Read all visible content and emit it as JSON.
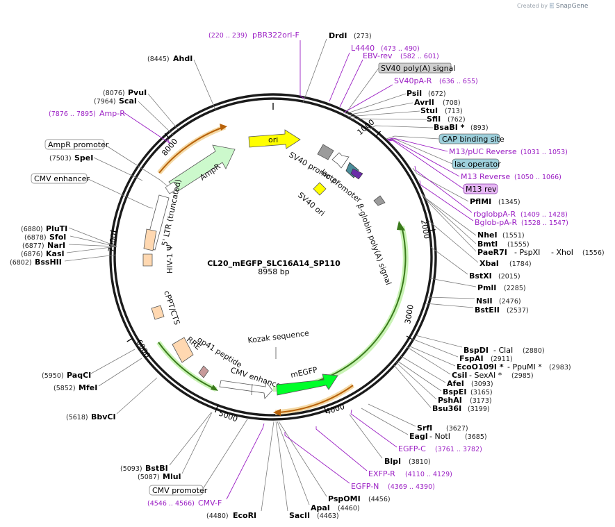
{
  "branding": {
    "created_by": "Created by",
    "app": "SnapGene"
  },
  "plasmid": {
    "name": "CL20_mEGFP_SLC16A14_SP110",
    "length": "8958 bp"
  },
  "ruler": [
    "1000",
    "2000",
    "3000",
    "4000",
    "5000",
    "6000",
    "7000",
    "8000"
  ],
  "features": {
    "ori": "ori",
    "ampr": "AmpR",
    "sv40_promoter": "SV40 promoter",
    "lac_promoter": "lac promoter",
    "sv40_ori": "SV40 ori",
    "bglob": "β-globin poly(A) signal",
    "ltr": "5' LTR (truncated)",
    "psi": "HIV-1 Ψ",
    "cppt": "cPPT/CTS",
    "rre": "RRE",
    "gp41": "gp41 peptide",
    "cmv_enh": "CMV enhancer",
    "kozak": "Kozak sequence",
    "megfp": "mEGFP"
  },
  "labels_right": [
    {
      "name": "DrdI",
      "pos": "(273)"
    },
    {
      "name": "PsiI",
      "pos": "(672)"
    },
    {
      "name": "AvrII",
      "pos": "(708)"
    },
    {
      "name": "StuI",
      "pos": "(713)"
    },
    {
      "name": "SfiI",
      "pos": "(762)"
    },
    {
      "name": "BsaBI *",
      "pos": "(893)"
    },
    {
      "name": "PflMI",
      "pos": "(1345)"
    },
    {
      "name": "NheI",
      "pos": "(1551)"
    },
    {
      "name": "BmtI",
      "pos": "(1555)"
    },
    {
      "name": "PaeR7I",
      "sep": "- PspXI",
      "sep2": "- XhoI",
      "pos": "(1556)"
    },
    {
      "name": "XbaI",
      "pos": "(1784)"
    },
    {
      "name": "BstXI",
      "pos": "(2015)"
    },
    {
      "name": "PmlI",
      "pos": "(2285)"
    },
    {
      "name": "NsiI",
      "pos": "(2476)"
    },
    {
      "name": "BstEII",
      "pos": "(2537)"
    },
    {
      "name": "BspDI",
      "sep": "- ClaI",
      "pos": "(2880)"
    },
    {
      "name": "FspAI",
      "pos": "(2911)"
    },
    {
      "name": "EcoO109I *",
      "sep": "- PpuMI *",
      "pos": "(2983)"
    },
    {
      "name": "CsiI",
      "sep": "- SexAI *",
      "pos": "(2985)"
    },
    {
      "name": "AfeI",
      "pos": "(3093)"
    },
    {
      "name": "BspEI",
      "pos": "(3165)"
    },
    {
      "name": "PshAI",
      "pos": "(3173)"
    },
    {
      "name": "Bsu36I",
      "pos": "(3199)"
    },
    {
      "name": "SrfI",
      "pos": "(3627)"
    },
    {
      "name": "EagI",
      "sep": "- NotI",
      "pos": "(3685)"
    },
    {
      "name": "BlpI",
      "pos": "(3810)"
    },
    {
      "name": "PspOMI",
      "pos": "(4456)"
    },
    {
      "name": "ApaI",
      "pos": "(4460)"
    },
    {
      "name": "SacII",
      "pos": "(4463)"
    },
    {
      "name": "EcoRI",
      "pos": "(4480)"
    }
  ],
  "labels_left": [
    {
      "name": "AhdI",
      "pos": "(8445)"
    },
    {
      "name": "PvuI",
      "pos": "(8076)"
    },
    {
      "name": "ScaI",
      "pos": "(7964)"
    },
    {
      "name": "SpeI",
      "pos": "(7503)"
    },
    {
      "name": "PluTI",
      "pos": "(6880)"
    },
    {
      "name": "SfoI",
      "pos": "(6878)"
    },
    {
      "name": "NarI",
      "pos": "(6877)"
    },
    {
      "name": "KasI",
      "pos": "(6876)"
    },
    {
      "name": "BssHII",
      "pos": "(6802)"
    },
    {
      "name": "PaqCI",
      "pos": "(5950)"
    },
    {
      "name": "MfeI",
      "pos": "(5852)"
    },
    {
      "name": "BbvCI",
      "pos": "(5618)"
    },
    {
      "name": "BstBI",
      "pos": "(5093)"
    },
    {
      "name": "MluI",
      "pos": "(5087)"
    }
  ],
  "primers": [
    {
      "pos": "(220 .. 239)",
      "name": "pBR322ori-F"
    },
    {
      "name": "L4440",
      "pos": "(473 .. 490)"
    },
    {
      "name": "EBV-rev",
      "pos": "(582 .. 601)"
    },
    {
      "name": "SV40pA-R",
      "pos": "(636 .. 655)"
    },
    {
      "name": "M13/pUC Reverse",
      "pos": "(1031 .. 1053)"
    },
    {
      "name": "M13 Reverse",
      "pos": "(1050 .. 1066)"
    },
    {
      "name": "rbglobpA-R",
      "pos": "(1409 .. 1428)"
    },
    {
      "name": "Bglob-pA-R",
      "pos": "(1528 .. 1547)"
    },
    {
      "name": "EGFP-C",
      "pos": "(3761 .. 3782)"
    },
    {
      "name": "EXFP-R",
      "pos": "(4110 .. 4129)"
    },
    {
      "name": "EGFP-N",
      "pos": "(4369 .. 4390)"
    },
    {
      "pos": "(4546 .. 4566)",
      "name": "CMV-F"
    },
    {
      "pos": "(7876 .. 7895)",
      "name": "Amp-R"
    }
  ],
  "boxed_features": {
    "sv40_polya": "SV40 poly(A) signal",
    "cap": "CAP binding site",
    "lac_op": "lac operator",
    "m13rev": "M13 rev",
    "ampr_promoter": "AmpR promoter",
    "cmv_enhancer_box": "CMV enhancer",
    "cmv_promoter_box": "CMV promoter"
  },
  "colors": {
    "primer": "#9b1fc4",
    "ori": "#ffff00",
    "ampr": "#ccf9cc",
    "megfp": "#00ff2a",
    "ltr": "#ffd8b1",
    "grey_box": "#d0d0d0",
    "blue_box": "#9ed0dc",
    "m13_box": "#e7b8f5"
  }
}
